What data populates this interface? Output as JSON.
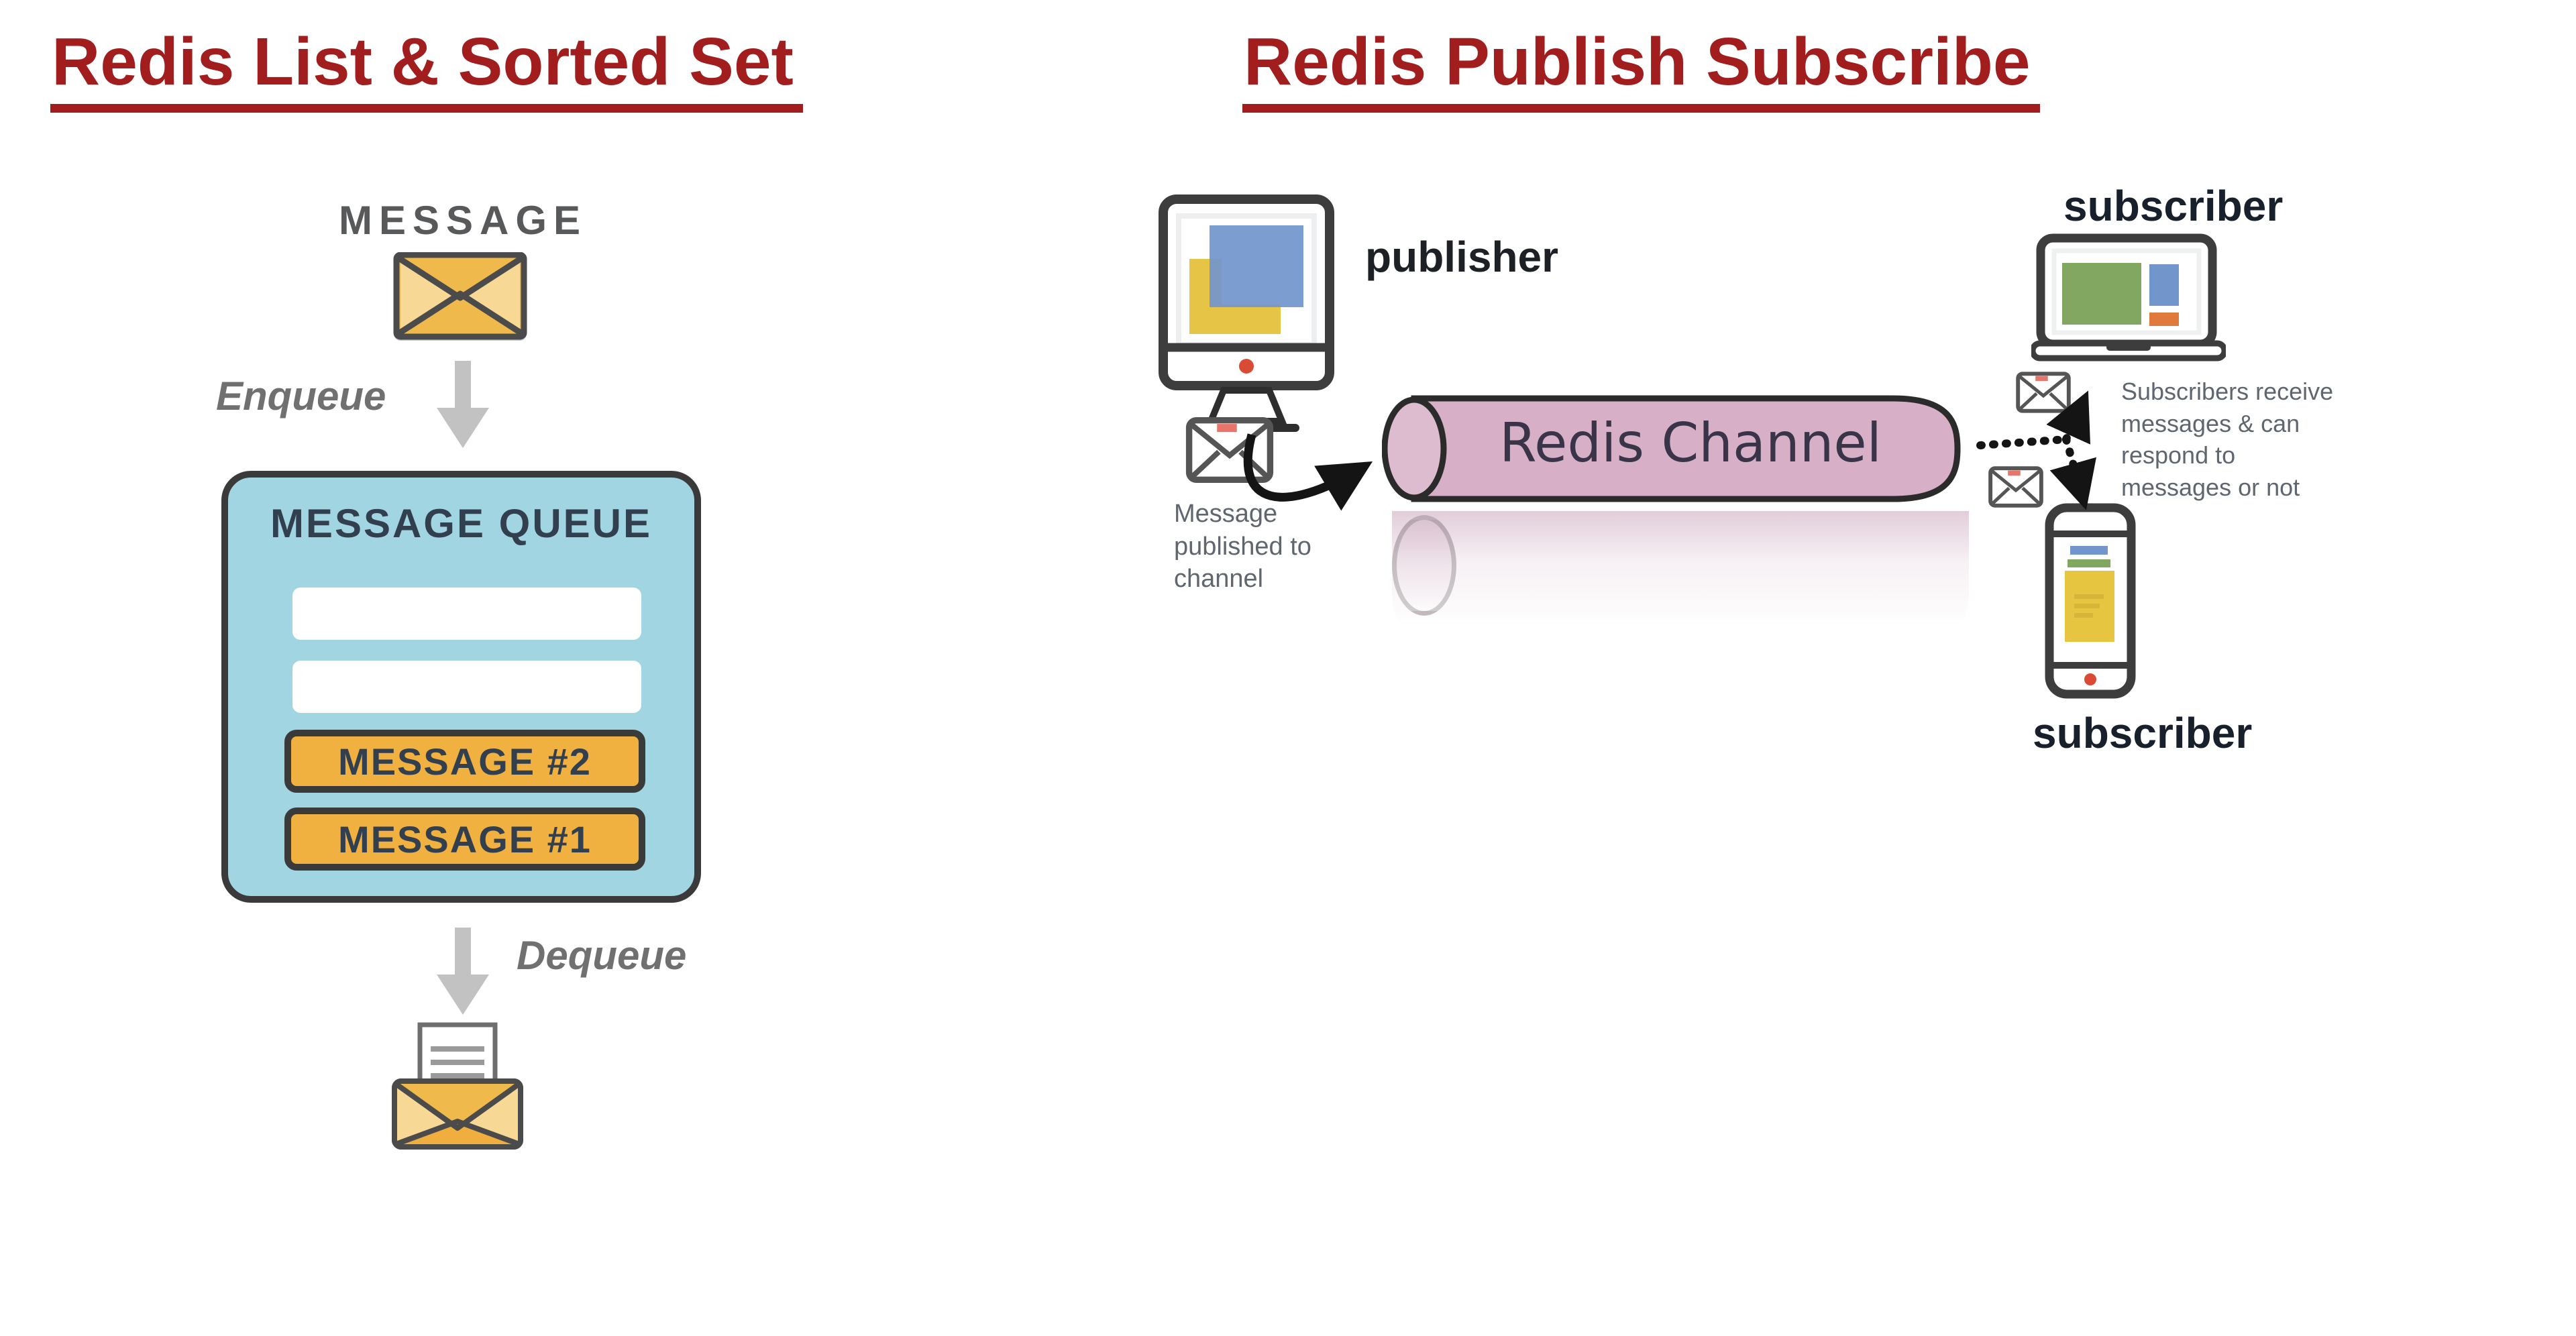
{
  "colors": {
    "title-red": "#a21d1d",
    "label-gray": "#58595b",
    "italic-gray": "#707070",
    "arrow-gray": "#c2c2c2",
    "queue-blue": "#a2d5e2",
    "outline-dark": "#3a3a3a",
    "navy-text": "#323f4e",
    "item-orange": "#f1b140",
    "envelope-orange": "#f0b94c",
    "envelope-orange-light": "#f7d995",
    "cylinder-pink": "#d7b0c7",
    "cylinder-pink-light": "#ddbccf",
    "screen-blue": "#7296cb",
    "screen-green": "#81a761",
    "screen-yellow": "#e6c445",
    "screen-orange": "#e0793c",
    "note-gray": "#5f6670",
    "connector-black": "#141414",
    "red-dot": "#d94b35"
  },
  "left_diagram": {
    "title": "Redis List & Sorted Set",
    "message_label": "MESSAGE",
    "enqueue_label": "Enqueue",
    "queue_box": {
      "title": "MESSAGE QUEUE",
      "empty_slot_count": 2,
      "items": [
        {
          "label": "MESSAGE #2"
        },
        {
          "label": "MESSAGE #1"
        }
      ]
    },
    "dequeue_label": "Dequeue",
    "icons": [
      "closed-envelope-icon",
      "down-arrow-icon",
      "open-envelope-icon"
    ]
  },
  "right_diagram": {
    "title": "Redis Publish Subscribe",
    "publisher": {
      "label": "publisher"
    },
    "channel": {
      "label": "Redis Channel"
    },
    "published_note": "Message\npublished to\nchannel",
    "subscriber_top": {
      "label": "subscriber"
    },
    "subscriber_bottom": {
      "label": "subscriber"
    },
    "subscribers_note": "Subscribers receive\nmessages & can\nrespond to\nmessages or not",
    "icons": [
      "desktop-computer-icon",
      "envelope-icon",
      "channel-cylinder-icon",
      "laptop-icon",
      "smartphone-icon",
      "dotted-arrow-icon",
      "curved-arrow-icon"
    ]
  }
}
